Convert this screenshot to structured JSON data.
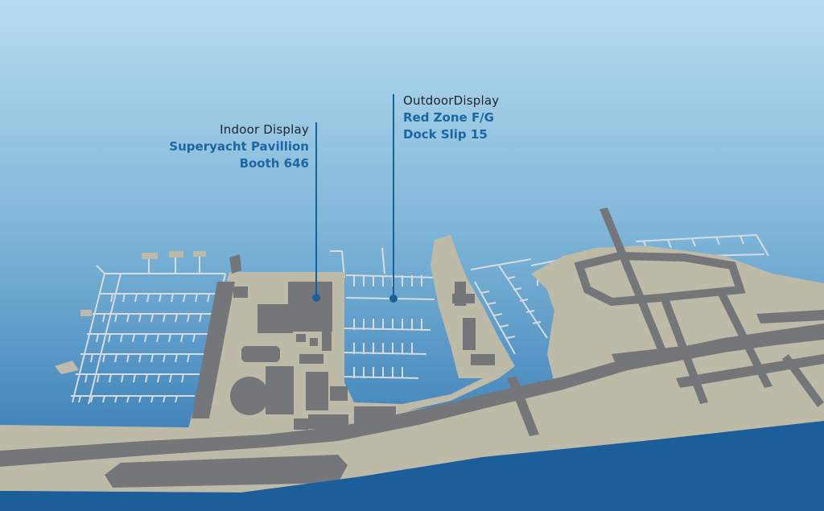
{
  "callouts": {
    "indoor": {
      "line1": "Indoor Display",
      "line2": "Superyacht Pavillion",
      "line3": "Booth 646"
    },
    "outdoor": {
      "line1": "OutdoorDisplay",
      "line2": "Red Zone F/G",
      "line3": "Dock Slip 15"
    }
  },
  "colors": {
    "sky_top": "#b7dcef",
    "sky_bottom": "#3e84b8",
    "sea": "#1b5e99",
    "land": "#bdbaa7",
    "buildings": "#74767a",
    "docks": "#d6dbe0",
    "leader_line": "#1c5f96",
    "label_title": "#1e2330",
    "label_detail": "#1c66a3"
  }
}
